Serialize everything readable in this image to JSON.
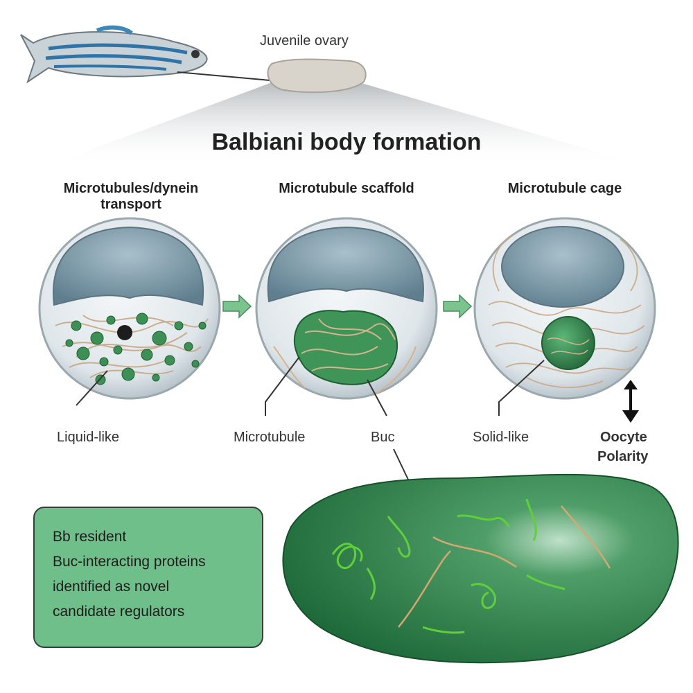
{
  "top_label": "Juvenile ovary",
  "title": "Balbiani body formation",
  "stages": [
    {
      "heading": "Microtubules/dynein\ntransport",
      "callout": "Liquid-like"
    },
    {
      "heading": "Microtubule scaffold",
      "callout": "Microtubule",
      "callout2": "Buc"
    },
    {
      "heading": "Microtubule cage",
      "callout": "Solid-like"
    }
  ],
  "polarity": {
    "line1": "Oocyte",
    "line2": "Polarity"
  },
  "summary_box": {
    "lines": [
      "Bb resident",
      "Buc-interacting proteins",
      "identified as novel",
      "candidate regulators"
    ]
  },
  "colors": {
    "box_fill": "#6fbf8a",
    "cell_nucleus": "#7f9fad",
    "buc_green": "#3f8f57",
    "arrow": "#7cc48e"
  }
}
